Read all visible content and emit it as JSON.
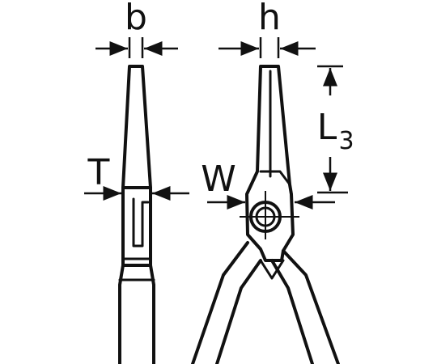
{
  "labels": {
    "b": "b",
    "h": "h",
    "T": "T",
    "W": "W",
    "L": "L",
    "L_sub": "3"
  },
  "colors": {
    "ink": "#111111",
    "background": "#ffffff"
  }
}
